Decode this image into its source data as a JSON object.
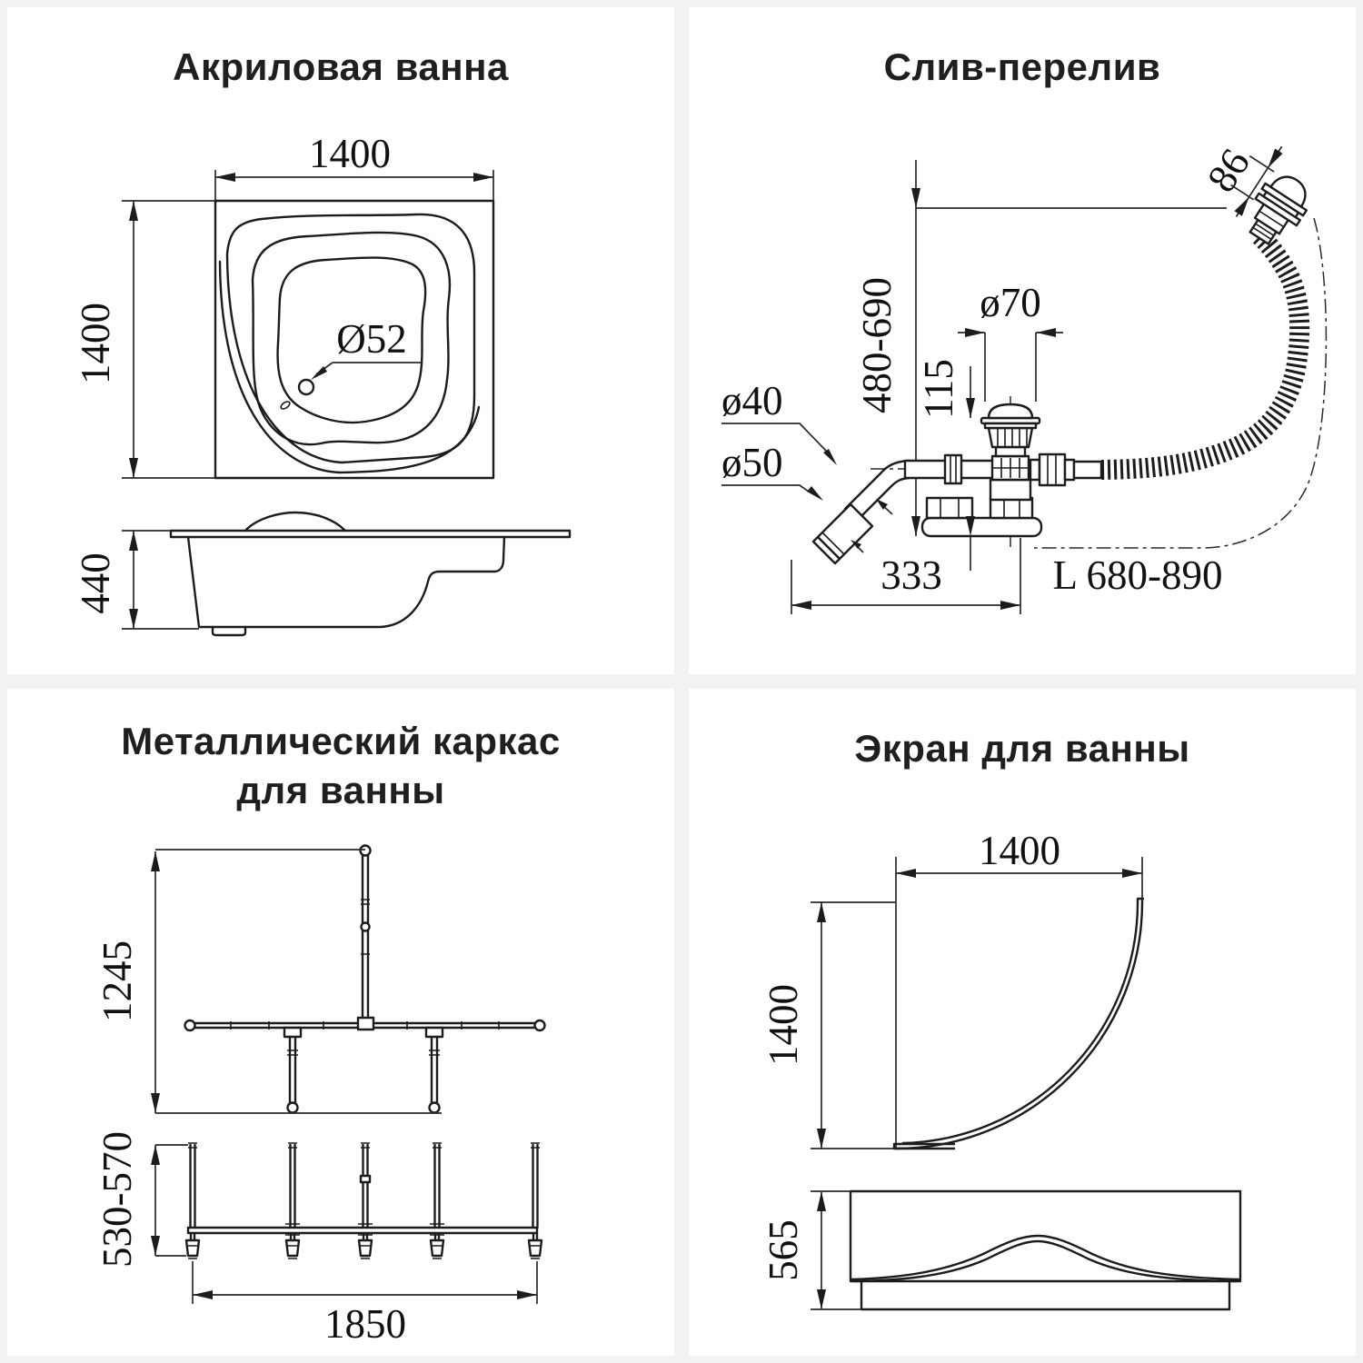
{
  "page": {
    "background": "#f2f2f2",
    "card_background": "#ffffff",
    "line_color": "#1c1c1c",
    "title_color": "#1f1f1f"
  },
  "quadrants": {
    "bath": {
      "title": "Акриловая ванна",
      "width": "1400",
      "height": "1400",
      "drain_diameter": "Ø52",
      "side_height": "440"
    },
    "drain": {
      "title": "Слив-перелив",
      "overflow_head_size": "86",
      "height_range": "480-690",
      "plug_diameter": "ø70",
      "valve_offset": "115",
      "outlet_inner_diameter": "ø40",
      "outlet_outer_diameter": "ø50",
      "horizontal_offset": "333",
      "hose_length": "L 680-890"
    },
    "frame": {
      "title_line1": "Металлический каркас",
      "title_line2": "для ванны",
      "top_length": "1245",
      "height_range": "530-570",
      "length": "1850"
    },
    "screen": {
      "title": "Экран для ванны",
      "width": "1400",
      "height": "1400",
      "panel_height": "565"
    }
  }
}
